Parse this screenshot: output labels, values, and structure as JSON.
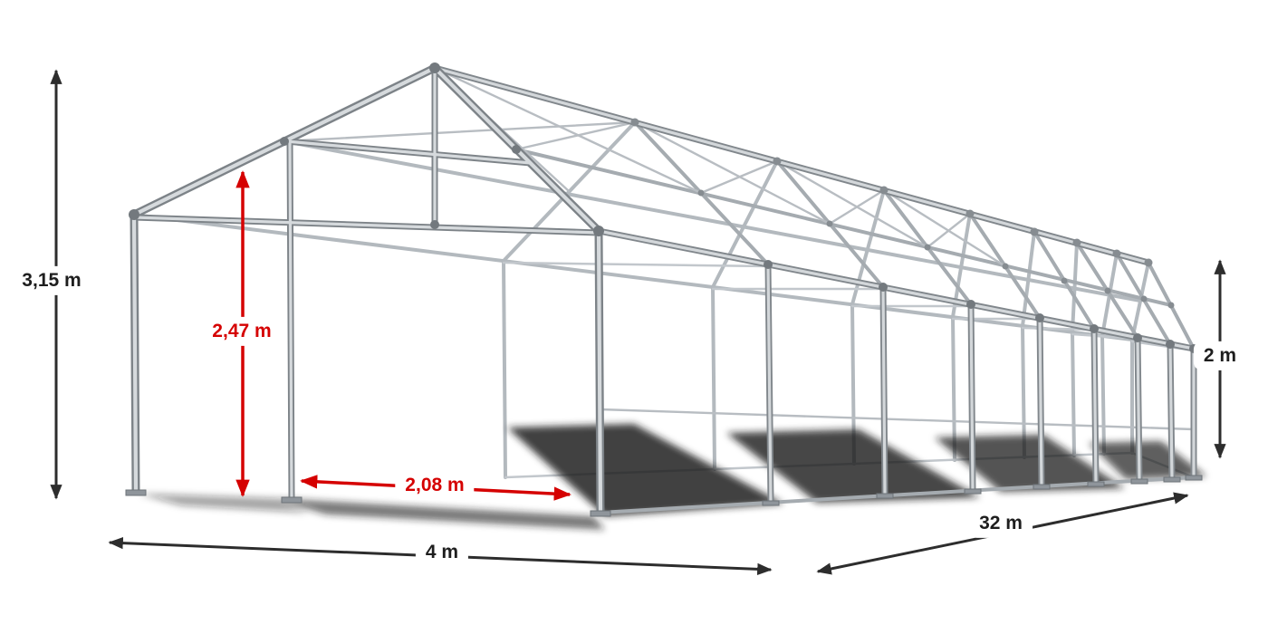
{
  "diagram": {
    "dimensions": {
      "total_height": "3,15 m",
      "entrance_height": "2,47 m",
      "entrance_width": "2,08 m",
      "width": "4 m",
      "length": "32 m",
      "side_height": "2 m"
    },
    "colors": {
      "dimension_primary": "#2d2d2d",
      "dimension_highlight": "#d50000",
      "frame_light": "#d6dadd",
      "frame_dark": "#7d8388",
      "shadow": "#1c1c1c",
      "background": "#ffffff"
    }
  }
}
